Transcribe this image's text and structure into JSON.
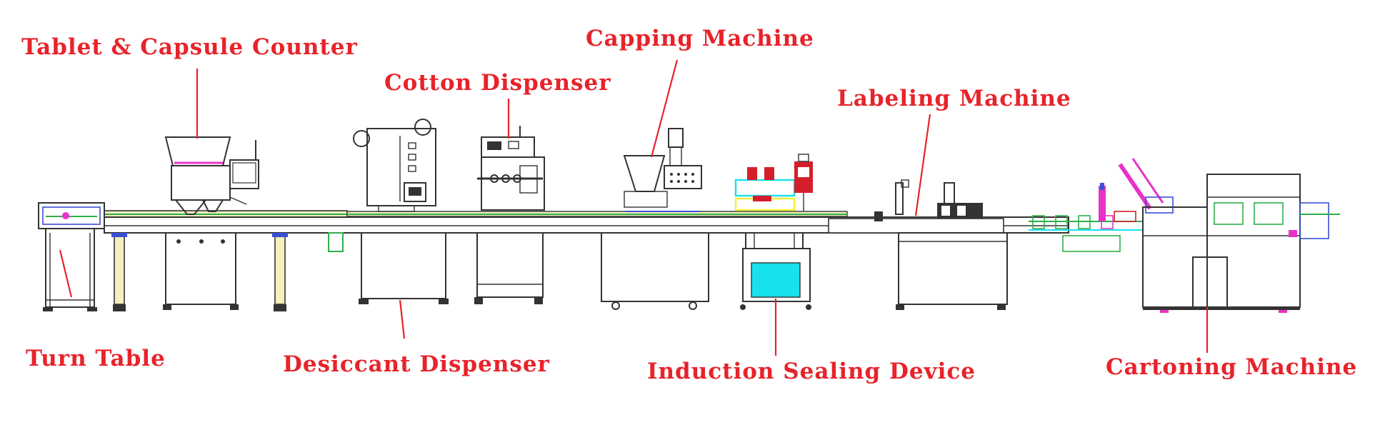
{
  "colors": {
    "label": "#e8232a",
    "line": "#333333",
    "green": "#2fae4a",
    "magenta": "#e833c8",
    "cyan": "#18e1ee",
    "yellow": "#f3ef37",
    "red": "#d41f2a",
    "blue": "#3a4fd6",
    "beige": "#f5eebd"
  },
  "labels": {
    "tablet_counter": "Tablet & Capsule Counter",
    "capping": "Capping Machine",
    "cotton": "Cotton Dispenser",
    "labeling": "Labeling Machine",
    "turn_table": "Turn Table",
    "desiccant": "Desiccant Dispenser",
    "induction": "Induction Sealing Device",
    "cartoning": "Cartoning Machine"
  }
}
